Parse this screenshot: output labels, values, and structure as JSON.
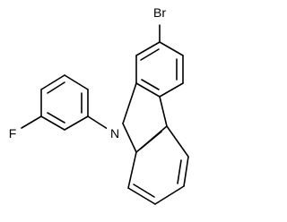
{
  "molecule": {
    "atoms": {
      "bromine": "Br",
      "nitrogen": "N",
      "fluorine": "F"
    },
    "colors": {
      "bond": "#000000",
      "label": "#000000",
      "background": "#ffffff"
    }
  }
}
